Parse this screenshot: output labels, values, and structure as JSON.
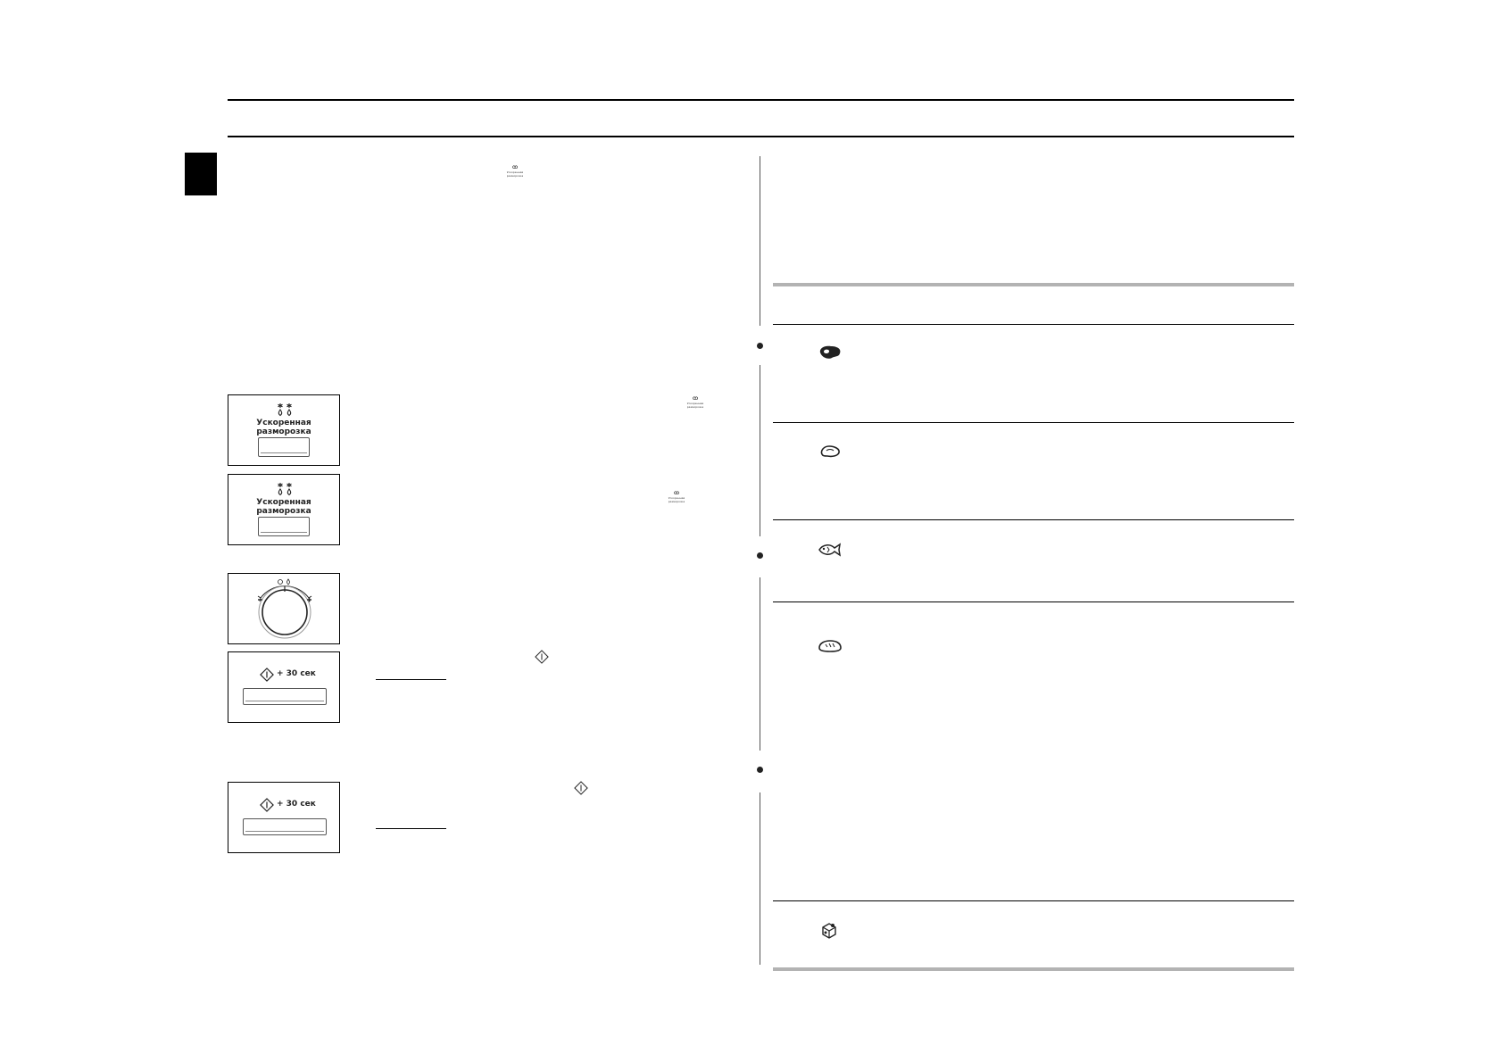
{
  "quick_defrost_panel": {
    "label_line1": "Ускоренная",
    "label_line2": "разморозка"
  },
  "start_panel": {
    "start_label": "+ 30 сек"
  },
  "inline_icons": {
    "mini_defrost_line1": "Ускоренная",
    "mini_defrost_line2": "разморозка"
  },
  "food_categories": [
    {
      "icon": "meat-icon"
    },
    {
      "icon": "poultry-icon"
    },
    {
      "icon": "fish-icon"
    },
    {
      "icon": "bread-icon"
    },
    {
      "icon": "frozen-mix-icon"
    }
  ],
  "colors": {
    "rule": "#000000",
    "table_border": "#b3b3b3",
    "tab": "#000000"
  }
}
